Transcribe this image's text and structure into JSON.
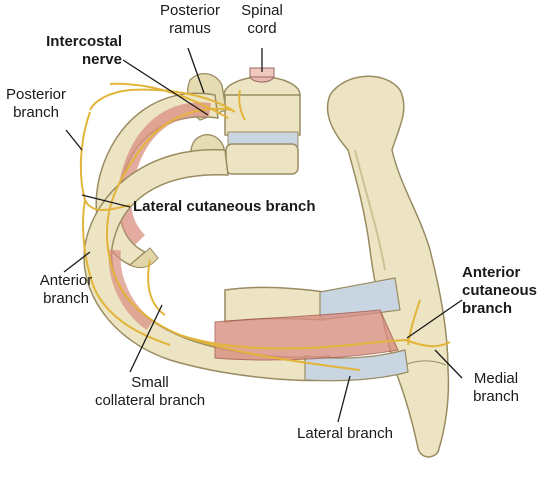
{
  "labels": {
    "posterior_ramus": [
      "Posterior",
      "ramus"
    ],
    "spinal_cord": [
      "Spinal",
      "cord"
    ],
    "intercostal_nerve": [
      "Intercostal",
      "nerve"
    ],
    "posterior_branch": [
      "Posterior",
      "branch"
    ],
    "lateral_cutaneous_branch": "Lateral cutaneous branch",
    "anterior_branch": [
      "Anterior",
      "branch"
    ],
    "anterior_cutaneous_branch": [
      "Anterior",
      "cutaneous",
      "branch"
    ],
    "small_collateral_branch": [
      "Small",
      "collateral branch"
    ],
    "medial_branch": [
      "Medial",
      "branch"
    ],
    "lateral_branch": "Lateral branch"
  },
  "colors": {
    "bone": "#ece4c2",
    "bone_shadow": "#cfc196",
    "bone_outline": "#9a8c62",
    "cartilage": "#c9d6e2",
    "muscle": "#d98f80",
    "nerve": "#e3b43a",
    "leader": "#1a1a1a"
  }
}
